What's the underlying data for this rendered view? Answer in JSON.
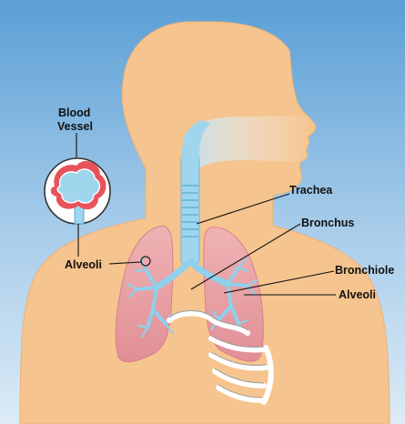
{
  "labels": {
    "blood_vessel_line1": "Blood",
    "blood_vessel_line2": "Vessel",
    "alveoli_left": "Alveoli",
    "trachea": "Trachea",
    "bronchus": "Bronchus",
    "bronchiole": "Bronchiole",
    "alveoli_right": "Alveoli"
  },
  "colors": {
    "background_top": "#5a9fd6",
    "background_bottom": "#d6e8f5",
    "skin": "#f6c48e",
    "lung": "#e89a9e",
    "airway": "#9fd6ee",
    "artery_red": "#e8525a",
    "rib_bone": "#ffffff"
  }
}
